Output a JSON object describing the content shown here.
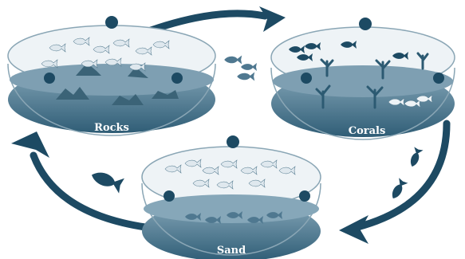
{
  "diagram": {
    "bowls": [
      {
        "id": "rocks",
        "label": "Rocks",
        "habitat": "rock"
      },
      {
        "id": "corals",
        "label": "Corals",
        "habitat": "coral"
      },
      {
        "id": "sand",
        "label": "Sand",
        "habitat": "sand"
      }
    ],
    "connections": [
      {
        "from": "rocks",
        "to": "corals",
        "icon": "swimming-fish-icon"
      },
      {
        "from": "corals",
        "to": "sand",
        "icon": "swimming-fish-icon"
      },
      {
        "from": "sand",
        "to": "rocks",
        "icon": "swimming-fish-icon"
      }
    ]
  },
  "colors": {
    "navy": "#1d4a63",
    "water": "#6d93a8",
    "glass": "#eef3f6",
    "outline": "#8aa6b5"
  }
}
